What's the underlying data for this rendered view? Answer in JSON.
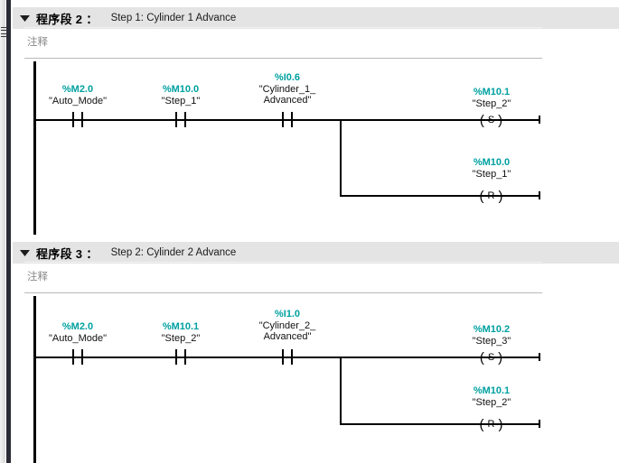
{
  "editor": {
    "gutter_icon": "lines-glyph-icon",
    "accent_color": "#00a0a0",
    "header_bg": "#e4e4e4"
  },
  "networks": [
    {
      "toggle_icon": "chevron-down-icon",
      "label": "程序段 2 ：",
      "title": "程序段 2",
      "number": "2",
      "separator": "：",
      "subtitle": "Step 1: Cylinder 1 Advance",
      "comment_placeholder": "注释",
      "contacts": [
        {
          "address": "%M2.0",
          "symbol": "\"Auto_Mode\"",
          "symbol2": ""
        },
        {
          "address": "%M10.0",
          "symbol": "\"Step_1\"",
          "symbol2": ""
        },
        {
          "address": "%I0.6",
          "symbol": "\"Cylinder_1_",
          "symbol2": "Advanced\""
        }
      ],
      "coils": [
        {
          "address": "%M10.1",
          "symbol": "\"Step_2\"",
          "type": "S"
        },
        {
          "address": "%M10.0",
          "symbol": "\"Step_1\"",
          "type": "R"
        }
      ]
    },
    {
      "toggle_icon": "chevron-down-icon",
      "label": "程序段 3 ：",
      "title": "程序段 3",
      "number": "3",
      "separator": "：",
      "subtitle": "Step 2: Cylinder 2 Advance",
      "comment_placeholder": "注释",
      "contacts": [
        {
          "address": "%M2.0",
          "symbol": "\"Auto_Mode\"",
          "symbol2": ""
        },
        {
          "address": "%M10.1",
          "symbol": "\"Step_2\"",
          "symbol2": ""
        },
        {
          "address": "%I1.0",
          "symbol": "\"Cylinder_2_",
          "symbol2": "Advanced\""
        }
      ],
      "coils": [
        {
          "address": "%M10.2",
          "symbol": "\"Step_3\"",
          "type": "S"
        },
        {
          "address": "%M10.1",
          "symbol": "\"Step_2\"",
          "type": "R"
        }
      ]
    }
  ]
}
